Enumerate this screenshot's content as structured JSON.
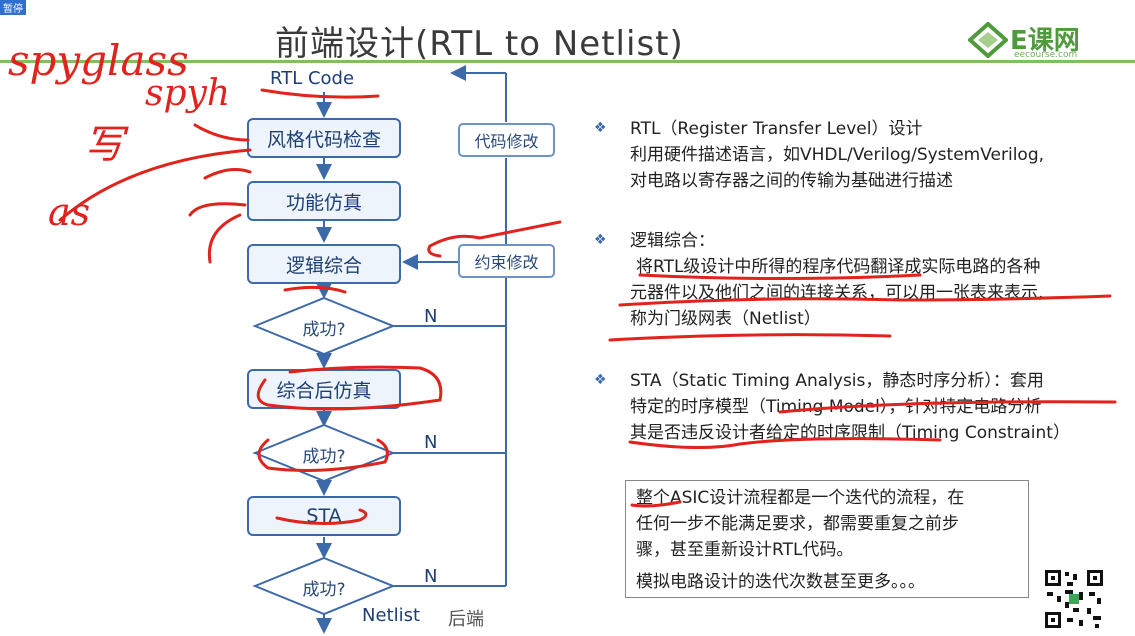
{
  "corner_tag": "暂停",
  "title": "前端设计(RTL to Netlist)",
  "brand": {
    "name": "E课网",
    "sub": "eecourse.com"
  },
  "flow": {
    "start": "RTL Code",
    "style_check": "风格代码检查",
    "func_sim": "功能仿真",
    "synthesis": "逻辑综合",
    "success1": "成功?",
    "post_syn_sim": "综合后仿真",
    "success2": "成功?",
    "sta": "STA",
    "success3": "成功?",
    "netlist": "Netlist",
    "backend": "后端",
    "code_fix": "代码修改",
    "constraint_fix": "约束修改",
    "n1": "N",
    "n2": "N",
    "n3": "N"
  },
  "bullets": [
    {
      "lines": [
        "RTL（Register Transfer Level）设计",
        "利用硬件描述语言，如VHDL/Verilog/SystemVerilog,",
        "对电路以寄存器之间的传输为基础进行描述"
      ]
    },
    {
      "lines": [
        "逻辑综合：",
        "将RTL级设计中所得的程序代码翻译成实际电路的各种",
        "元器件以及他们之间的连接关系，可以用一张表来表示,",
        "称为门级网表（Netlist）"
      ]
    },
    {
      "lines": [
        "STA（Static Timing Analysis，静态时序分析）：套用",
        "特定的时序模型（Timing Model），针对特定电路分析",
        "其是否违反设计者给定的时序限制（Timing Constraint）"
      ]
    }
  ],
  "note": {
    "lines": [
      "整个ASIC设计流程都是一个迭代的流程，在",
      "任何一步不能满足要求，都需要重复之前步",
      "骤，甚至重新设计RTL代码。",
      "模拟电路设计的迭代次数甚至更多。。。"
    ]
  },
  "handwriting": {
    "line1": "spyglass",
    "line2": "spyh",
    "line3": "写",
    "line4": "as"
  },
  "colors": {
    "accent": "#7fbf5f",
    "flow_border": "#3c6aa8",
    "ink": "#e0231c"
  }
}
